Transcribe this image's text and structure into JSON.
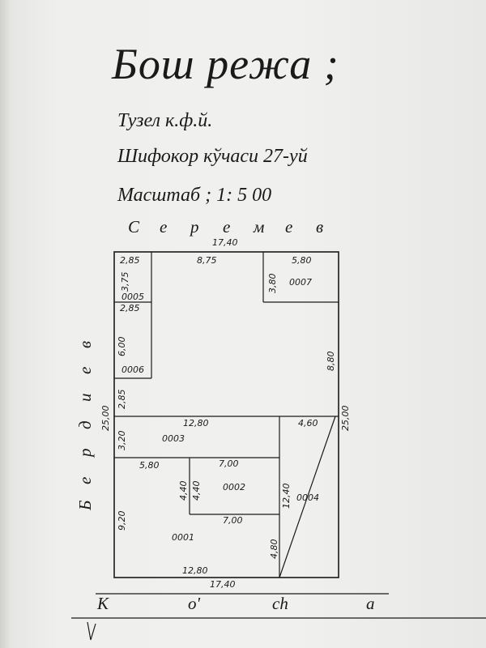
{
  "header": {
    "title": "Бош режа ;",
    "owner": "Тузел к.ф.й.",
    "address": "Шифокор кўчаси 27-уй",
    "scale": "Масштаб ; 1: 5 00"
  },
  "streets": {
    "top_letters": [
      "С",
      "е",
      "р",
      "е",
      "м",
      "е",
      "в"
    ],
    "left_letters": [
      "Б",
      "е",
      "р",
      "д",
      "и",
      "е",
      "в"
    ],
    "bottom_letters": [
      "K",
      "o'",
      "ch",
      "a"
    ]
  },
  "plot": {
    "top_total": "17,40",
    "bottom_total": "17,40",
    "left_total": "25,00",
    "right_total": "25,00"
  },
  "rooms": {
    "r0005": {
      "id": "0005",
      "w": "2,85",
      "h": "3,75"
    },
    "r0006": {
      "id": "0006",
      "w": "2,85",
      "h": "6,00",
      "h_below": "2,85"
    },
    "r0007": {
      "id": "0007",
      "w": "5,80",
      "h": "3,80"
    },
    "top_gap": "8,75",
    "right_side": "8,80",
    "r0003": {
      "id": "0003",
      "w": "12,80",
      "h": "3,20"
    },
    "r0004": {
      "id": "0004",
      "w": "4,60",
      "h": "12,40",
      "h_low": "4,80"
    },
    "r0002": {
      "id": "0002",
      "w_top": "7,00",
      "w_bottom": "7,00",
      "h_left": "4,40",
      "h_inner": "4,40"
    },
    "r0001": {
      "id": "0001",
      "w_left": "5,80",
      "h": "9,20",
      "w_bottom": "12,80"
    }
  }
}
